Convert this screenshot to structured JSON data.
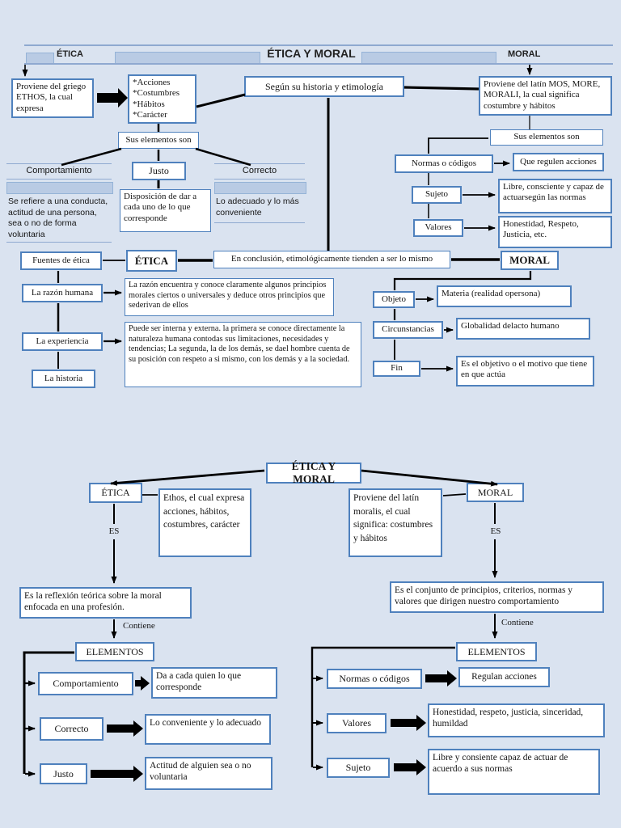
{
  "colors": {
    "page_bg": "#dae3f0",
    "box_border": "#4f81bd",
    "highlight_band": "#b9cbe4",
    "rule_line": "#8fa9d0",
    "connector": "#000000"
  },
  "d1": {
    "header": {
      "left_label": "ÉTICA",
      "title": "ÉTICA Y MORAL",
      "right_label": "MORAL"
    },
    "griego": "Proviene del griego ETHOS, la cual expresa",
    "acciones_list": "*Acciones\n*Costumbres\n*Hábitos\n*Carácter",
    "sus_elementos_left": "Sus elementos son",
    "segun": "Según su historia y etimología",
    "latin": "Proviene del latín MOS, MORE, MORALI, la cual significa costumbre y hábitos",
    "sus_elementos_right": "Sus elementos son",
    "comportamiento": "Comportamiento",
    "comportamiento_desc": "Se refiere a una conducta, actitud de una persona, sea o no de forma voluntaria",
    "justo": "Justo",
    "justo_desc": "Disposición de dar a cada uno de lo que corresponde",
    "correcto": "Correcto",
    "correcto_desc": "Lo adecuado y lo más conveniente",
    "normas": "Normas o códigos",
    "normas_desc": "Que regulen acciones",
    "sujeto": "Sujeto",
    "sujeto_desc": "Libre, consciente y capaz de actuarsegún las normas",
    "valores": "Valores",
    "valores_desc": "Honestidad, Respeto, Justicia, etc.",
    "fuentes": "Fuentes de ética",
    "etica_node": "ÉTICA",
    "conclusion": "En conclusión, etimológicamente tienden a ser lo mismo",
    "moral_node": "MORAL",
    "razon": "La razón humana",
    "razon_desc": "La razón encuentra y conoce claramente algunos principios morales ciertos o universales y deduce otros principios que sederivan de ellos",
    "experiencia": "La experiencia",
    "experiencia_desc": "Puede ser interna y externa. la primera se conoce directamente la naturaleza humana contodas sus limitaciones, necesidades y tendencias; La segunda, la de los demás, se dael hombre cuenta de su posición con respeto a si mismo, con los demás y a la sociedad.",
    "historia": "La historia",
    "objeto": "Objeto",
    "objeto_desc": "Materia (realidad opersona)",
    "circunstancias": "Circunstancias",
    "circunstancias_desc": "Globalidad delacto humano",
    "fin": "Fin",
    "fin_desc": "Es el objetivo o el motivo que tiene en que actúa"
  },
  "d2": {
    "title": "ÉTICA Y MORAL",
    "etica": "ÉTICA",
    "moral": "MORAL",
    "ethos_desc": "Ethos, el cual expresa acciones, hábitos, costumbres, carácter",
    "moralis_desc": "Proviene del latín moralis, el cual significa: costumbres y hábitos",
    "es_left": "ES",
    "es_right": "ES",
    "etica_def": "Es la reflexión teórica sobre la moral enfocada en una profesión.",
    "moral_def": "Es el conjunto de principios, criterios, normas y valores que dirigen nuestro comportamiento",
    "contiene_left": "Contiene",
    "contiene_right": "Contiene",
    "elementos_left": "ELEMENTOS",
    "elementos_right": "ELEMENTOS",
    "left_items": [
      {
        "label": "Comportamiento",
        "desc": "Da a cada quien lo que corresponde"
      },
      {
        "label": "Correcto",
        "desc": "Lo conveniente y lo adecuado"
      },
      {
        "label": "Justo",
        "desc": "Actitud de alguien sea o no voluntaria"
      }
    ],
    "right_items": [
      {
        "label": "Normas o códigos",
        "desc": "Regulan acciones"
      },
      {
        "label": "Valores",
        "desc": "Honestidad, respeto, justicia, sinceridad, humildad"
      },
      {
        "label": "Sujeto",
        "desc": "Libre y consiente capaz de actuar de acuerdo a sus normas"
      }
    ]
  }
}
